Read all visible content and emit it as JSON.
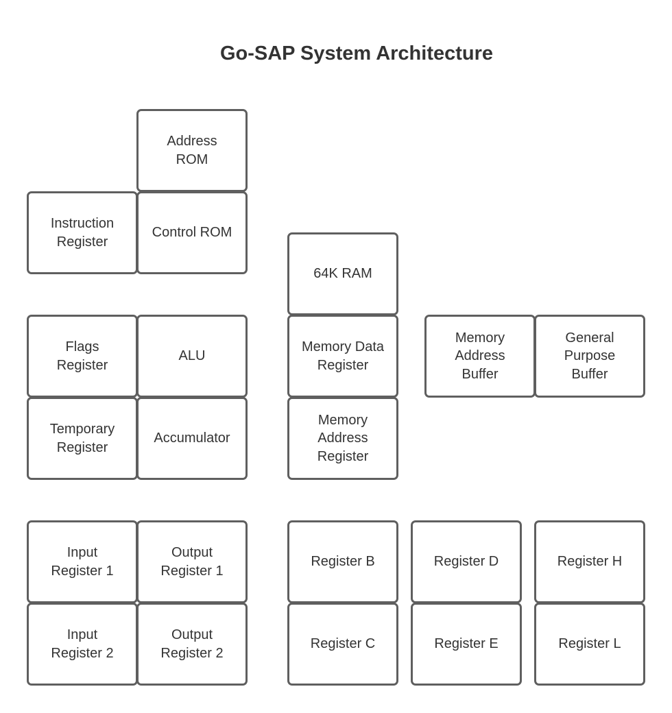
{
  "diagram": {
    "title": "Go-SAP System Architecture",
    "blocks": {
      "address_rom": "Address\nROM",
      "instruction_register": "Instruction\nRegister",
      "control_rom": "Control ROM",
      "ram": "64K RAM",
      "flags_register": "Flags\nRegister",
      "alu": "ALU",
      "memory_data_register": "Memory Data\nRegister",
      "memory_address_buffer": "Memory\nAddress\nBuffer",
      "general_purpose_buffer": "General\nPurpose\nBuffer",
      "temporary_register": "Temporary\nRegister",
      "accumulator": "Accumulator",
      "memory_address_register": "Memory\nAddress\nRegister",
      "input_register_1": "Input\nRegister 1",
      "output_register_1": "Output\nRegister 1",
      "register_b": "Register B",
      "register_d": "Register D",
      "register_h": "Register H",
      "input_register_2": "Input\nRegister 2",
      "output_register_2": "Output\nRegister 2",
      "register_c": "Register C",
      "register_e": "Register E",
      "register_l": "Register L"
    }
  }
}
